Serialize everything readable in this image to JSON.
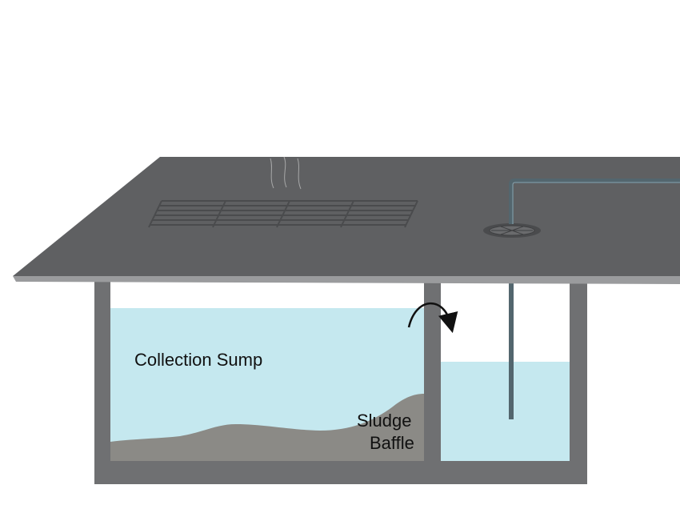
{
  "labels": {
    "collection_sump": "Collection Sump",
    "sludge": "Sludge",
    "baffle": "Baffle"
  },
  "colors": {
    "background": "#ffffff",
    "slab_top": "#5f6062",
    "slab_edge": "#9a9b9d",
    "tank_wall": "#6f7072",
    "water": "#c5e8ef",
    "sludge": "#8b8a86",
    "grate": "#4a4b4d",
    "pipe": "#53666e",
    "arrow": "#111111"
  },
  "icons": {
    "overflow_arrow": "curved-arrow-icon",
    "floor_grate": "floor-grate-icon",
    "floor_drain": "floor-drain-icon"
  }
}
